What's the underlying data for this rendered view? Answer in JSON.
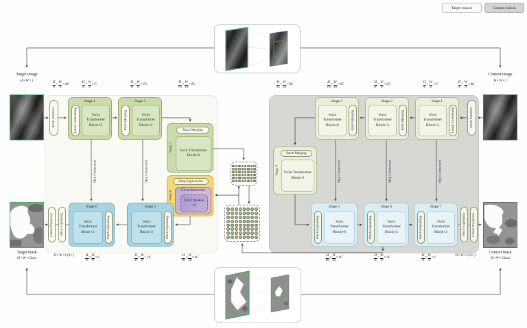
{
  "legend": {
    "target_branch": "Target branch",
    "context_branch": "Context branch"
  },
  "io": {
    "target_image": {
      "title": "Target image",
      "dim": [
        "H",
        "W",
        "3"
      ]
    },
    "target_mask": {
      "title": "Target mask",
      "dim": [
        "H",
        "W",
        "Class"
      ]
    },
    "context_image": {
      "title": "Context image",
      "dim": [
        "H",
        "W",
        "3"
      ]
    },
    "context_mask": {
      "title": "Context mask",
      "dim": [
        "H",
        "W",
        "Class"
      ]
    }
  },
  "target_branch": {
    "patch_partition": "Patch Partition",
    "stage1": {
      "title": "Stage 1",
      "pill": "Linear Embedding",
      "block": "Swin Transformer Block×2"
    },
    "stage2": {
      "title": "Stage 2",
      "pill": "Patch Merging",
      "block": "Swin Transformer Block×2"
    },
    "stage3": {
      "title": "Stage 3",
      "pill": "Patch Merging",
      "block": "Swin Transformer Block×6"
    },
    "stage4": {
      "title": "Stage 4",
      "pill": "Deep Supervision",
      "inner_title": "Cross-Interaction",
      "module": "CAST Module",
      "module_repeat": "×4"
    },
    "stage5": {
      "title": "Stage 5",
      "pill": "Patch Expanding",
      "block": "Swin Transformer Block×2"
    },
    "stage6": {
      "title": "Stage 6",
      "pill": "Patch Expanding",
      "block": "Swin Transformer Block×2"
    },
    "patch_expanding": "Patch Expanding",
    "linear_projection": "Linear Projection",
    "skip_label": "Skip Connection",
    "dims_top": [
      [
        "H/4",
        "W/4",
        "48"
      ],
      [
        "H/4",
        "W/4",
        "C"
      ],
      [
        "H/8",
        "W/8",
        "2C"
      ],
      [
        "H/16",
        "W/16",
        "4C"
      ]
    ],
    "dims_bottom": [
      [
        "H",
        "W",
        "C(4×)"
      ],
      [
        "H/4",
        "W/4",
        "C"
      ],
      [
        "H/8",
        "W/8",
        "2C"
      ],
      [
        "H/16",
        "W/16",
        "4C"
      ]
    ]
  },
  "context_branch": {
    "patch_partition": "Patch Partition",
    "stage1": {
      "title": "Stage 1",
      "pill": "Linear Embedding",
      "block": "Swin Transformer Block×2"
    },
    "stage2": {
      "title": "Stage 2",
      "pill": "Patch Merging",
      "block": "Swin Transformer Block×2"
    },
    "stage3": {
      "title": "Stage 3",
      "pill": "Patch Merging",
      "block": "Swin Transformer Block×6"
    },
    "stage4": {
      "title": "Stage 4",
      "pill": "Patch Merging",
      "block": "Swin Transformer Block×2"
    },
    "stage5": {
      "title": "Stage 5",
      "pill": "Patch Expanding",
      "block": "Swin Transformer Block×6"
    },
    "stage6": {
      "title": "Stage 6",
      "pill": "Patch Expanding",
      "block": "Swin Transformer Block×2"
    },
    "stage7": {
      "title": "Stage 7",
      "pill": "Patch Expanding",
      "block": "Swin Transformer Block×2"
    },
    "patch_expanding": "Patch Expanding",
    "linear_projection": "Linear Projection",
    "skip_label": "Skip Connection",
    "dims_top": [
      [
        "H/32",
        "W/32",
        "8C"
      ],
      [
        "H/16",
        "W/16",
        "4C"
      ],
      [
        "H/8",
        "W/8",
        "2C"
      ],
      [
        "H/4",
        "W/4",
        "C"
      ],
      [
        "H/4",
        "W/4",
        "48"
      ]
    ],
    "dims_bottom": [
      [
        "H/16",
        "W/16",
        "4C"
      ],
      [
        "H/8",
        "W/8",
        "2C"
      ],
      [
        "H/4",
        "W/4",
        "C"
      ],
      [
        "H",
        "W",
        "C(4×)"
      ]
    ]
  },
  "grids": {
    "target_tokens": {
      "rows": 6,
      "cols": 8,
      "color_a": "#9fb07a",
      "color_b": "#c9c389",
      "cell": 3.4
    },
    "context_tokens": {
      "rows": 8,
      "cols": 8,
      "color_a": "#85c0d6",
      "color_b": "#d9b94f",
      "cell": 4.8
    }
  },
  "colors": {
    "target_encoder_green": "#cbdcab",
    "context_encoder_green": "#eaf0da",
    "target_decoder_blue": "#a6d4e2",
    "context_decoder_blue": "#d9edf4",
    "stage4_yellow": "#f6d977",
    "cast_purple": "#a89bd0",
    "accent_green": "#3fae53"
  }
}
